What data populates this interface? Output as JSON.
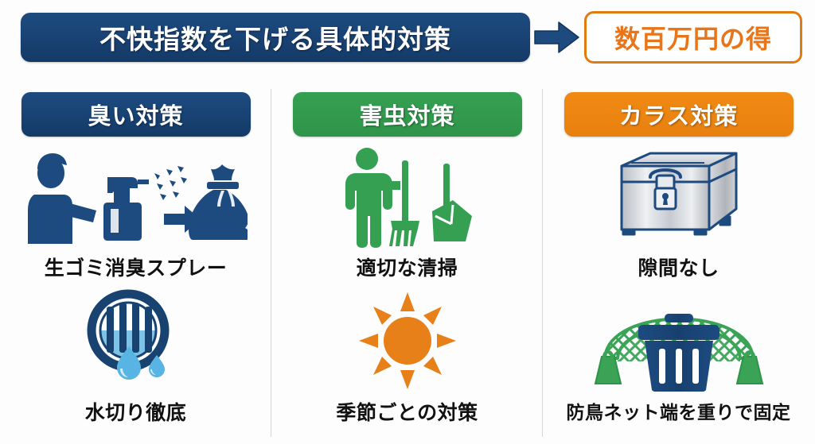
{
  "header": {
    "title": "不快指数を下げる具体的対策",
    "arrow_icon": "right-arrow-icon",
    "result": "数百万円の得",
    "title_color": "#18426f",
    "result_color": "#e8751a",
    "result_border_color": "#e07b14"
  },
  "columns": [
    {
      "id": "odor",
      "heading": "臭い対策",
      "color": "#18426f",
      "items": [
        {
          "label": "生ゴミ消臭スプレー",
          "icon": "spray-person-to-garbage-bag-icon",
          "icon_color": "#1d4b80"
        },
        {
          "label": "水切り徹底",
          "icon": "sink-drain-water-drops-icon",
          "icon_color": "#18426f",
          "accent_color": "#5fb3e0"
        }
      ]
    },
    {
      "id": "pest",
      "heading": "害虫対策",
      "color": "#2f9449",
      "items": [
        {
          "label": "適切な清掃",
          "icon": "person-broom-dustpan-icon",
          "icon_color": "#35a052"
        },
        {
          "label": "季節ごとの対策",
          "icon": "sun-icon",
          "icon_color": "#e8801a"
        }
      ]
    },
    {
      "id": "crow",
      "heading": "カラス対策",
      "color": "#e8800f",
      "items": [
        {
          "label": "隙間なし",
          "icon": "locked-metal-storage-box-icon",
          "icon_color": "#1d4b80",
          "accent_color": "#c9ccd1"
        },
        {
          "label": "防鳥ネット端を重りで固定",
          "icon": "bird-net-over-trash-can-with-weights-icon",
          "icon_color": "#1d4b80",
          "accent_color": "#35a052"
        }
      ]
    }
  ]
}
